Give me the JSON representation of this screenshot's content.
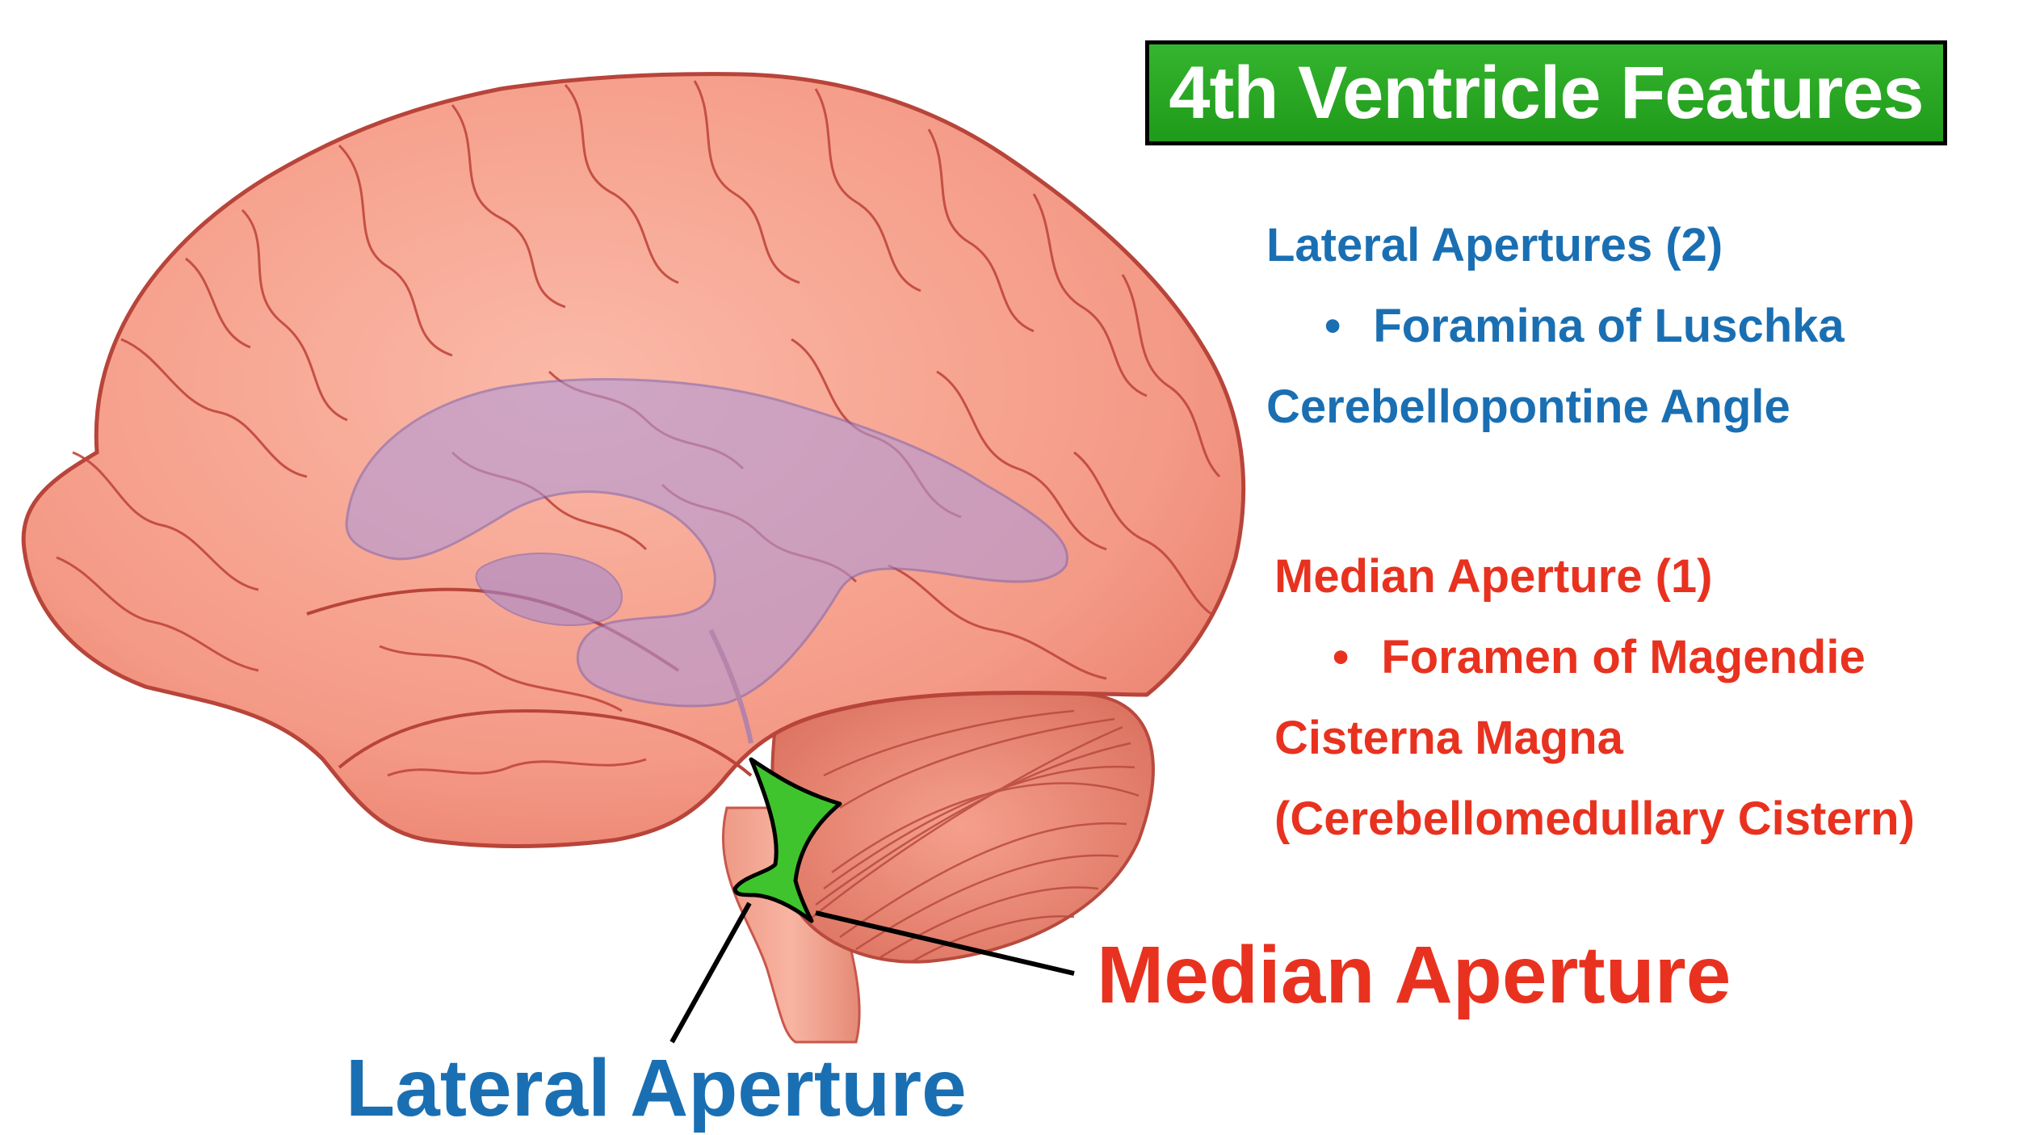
{
  "title": "4th Ventricle Features",
  "lateral": {
    "heading": "Lateral Apertures (2)",
    "bullet": "Foramina of Luschka",
    "location": "Cerebellopontine Angle"
  },
  "median": {
    "heading": "Median Aperture (1)",
    "bullet": "Foramen of Magendie",
    "location": "Cisterna Magna",
    "location_alt": "(Cerebellomedullary Cistern)"
  },
  "labels": {
    "median_aperture": "Median Aperture",
    "lateral_aperture": "Lateral Aperture"
  },
  "colors": {
    "title_bg": "#2aa824",
    "blue_text": "#1a6fb3",
    "red_text": "#e8321f",
    "brain": "#f5a090",
    "brain_outline": "#c0443a",
    "ventricles": "#b8a0d8",
    "fourth_ventricle": "#3fc42e"
  }
}
